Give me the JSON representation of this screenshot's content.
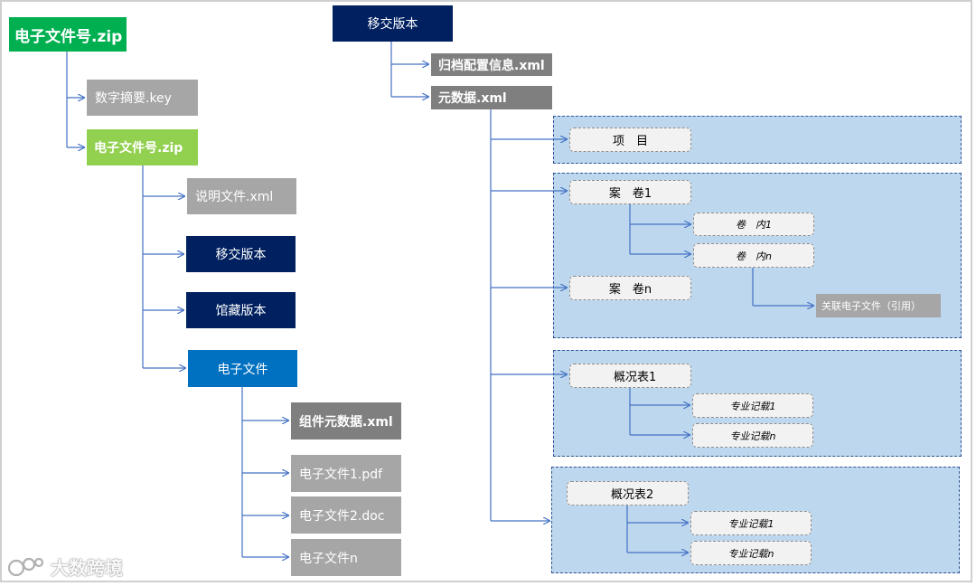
{
  "left_tree": {
    "root": "电子文件号.zip",
    "digest": "数字摘要.key",
    "inner_zip": "电子文件号.zip",
    "readme": "说明文件.xml",
    "transfer_version": "移交版本",
    "archive_version": "馆藏版本",
    "efile": "电子文件",
    "component_metadata": "组件元数据.xml",
    "file1": "电子文件1.pdf",
    "file2": "电子文件2.doc",
    "filen": "电子文件n"
  },
  "right_tree": {
    "root": "移交版本",
    "archive_config": "归档配置信息.xml",
    "metadata": "元数据.xml",
    "project": "项　目",
    "volume1": "案　卷1",
    "volume1_item1": "卷　内1",
    "volume1_itemn": "卷　内n",
    "volumen": "案　卷n",
    "linked_efile": "关联电子文件（引用）",
    "overview1": "概况表1",
    "overview1_record1": "专业记载1",
    "overview1_recordn": "专业记载n",
    "overview2": "概况表2",
    "overview2_record1": "专业记载1",
    "overview2_recordn": "专业记载n"
  },
  "watermark": "大数跨境",
  "colors": {
    "green_dark": "#00b050",
    "green_light": "#92d050",
    "gray": "#a6a6a6",
    "gray_dark": "#7f7f7f",
    "navy": "#002060",
    "blue": "#0070c0",
    "panel_fill": "#bdd7ee",
    "panel_border": "#2f5597",
    "connector": "#4472c4"
  }
}
